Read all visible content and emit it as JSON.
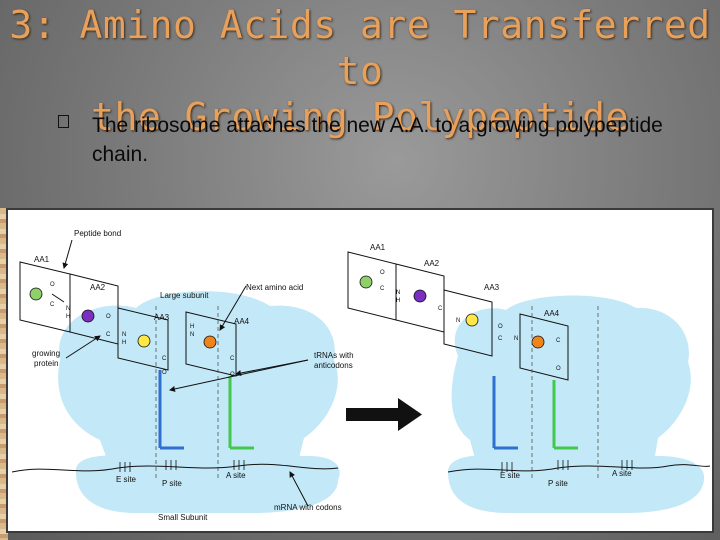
{
  "slide": {
    "title_line1": "3:  Amino Acids are Transferred to",
    "title_line2": "the Growing Polypeptide",
    "bullet_text": "The ribosome attaches the new A.A. to a growing polypeptide chain."
  },
  "diagram": {
    "left": {
      "peptide_bond": "Peptide bond",
      "aa1": "AA1",
      "aa2": "AA2",
      "aa3": "AA3",
      "aa4": "AA4",
      "large_subunit": "Large subunit",
      "next_amino_acid": "Next amino acid",
      "growing_protein_1": "growing",
      "growing_protein_2": "protein",
      "trnas_1": "tRNAs with",
      "trnas_2": "anticodons",
      "e_site": "E site",
      "p_site": "P site",
      "a_site": "A site",
      "mrna": "mRNA with codons",
      "small_subunit": "Small Subunit"
    },
    "right": {
      "aa1": "AA1",
      "aa2": "AA2",
      "aa3": "AA3",
      "aa4": "AA4",
      "e_site": "E site",
      "p_site": "P site",
      "a_site": "A site"
    },
    "chem": {
      "O": "O",
      "C": "C",
      "N": "N",
      "H": "H"
    },
    "colors": {
      "ribosome": "#c3e8f7",
      "aa1": "#8fd06a",
      "aa2": "#7a2fc0",
      "aa3": "#ffe845",
      "aa4": "#f0841a",
      "trna_p": "#2f6fd0",
      "trna_a": "#42c84a"
    }
  }
}
